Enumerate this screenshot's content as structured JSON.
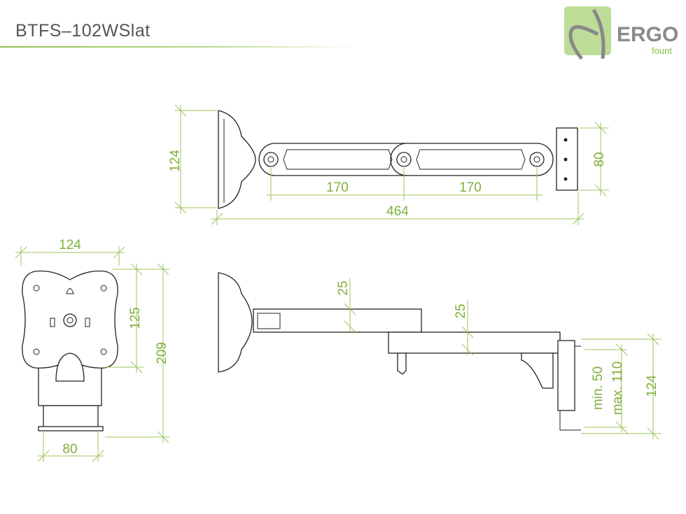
{
  "header": {
    "title": "BTFS–102WSlat"
  },
  "logo": {
    "brand": "ERGO",
    "sub": "fount"
  },
  "colors": {
    "dimension": "#9cc45e",
    "dimension_text": "#7faf3c",
    "logo_green": "#b9d98f",
    "logo_gray": "#8a8a8a"
  },
  "top_view": {
    "plate_height": "124",
    "arm1": "170",
    "arm2": "170",
    "total_length": "464",
    "bracket_height": "80"
  },
  "front_view": {
    "plate_width": "124",
    "hole_height": "125",
    "total_height": "209",
    "base_width": "80"
  },
  "side_view": {
    "arm1_thickness": "25",
    "arm2_thickness": "25",
    "min_label": "min. 50",
    "max_label": "max. 110",
    "bracket_height": "124"
  }
}
